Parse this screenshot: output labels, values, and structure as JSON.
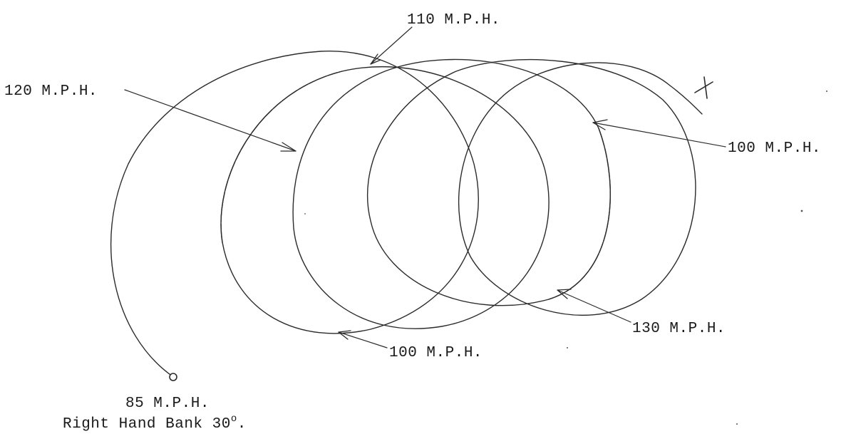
{
  "labels": {
    "top_110": "110 M.P.H.",
    "left_120": "120 M.P.H.",
    "right_100": "100 M.P.H.",
    "bottom_130": "130 M.P.H.",
    "bottom_100": "100 M.P.H."
  },
  "caption": {
    "speed": "85 M.P.H.",
    "bank_text": "Right Hand Bank 30",
    "bank_degree": "o",
    "bank_end": "."
  },
  "colors": {
    "ink": "#2b2b2b",
    "paper": "#ffffff"
  }
}
